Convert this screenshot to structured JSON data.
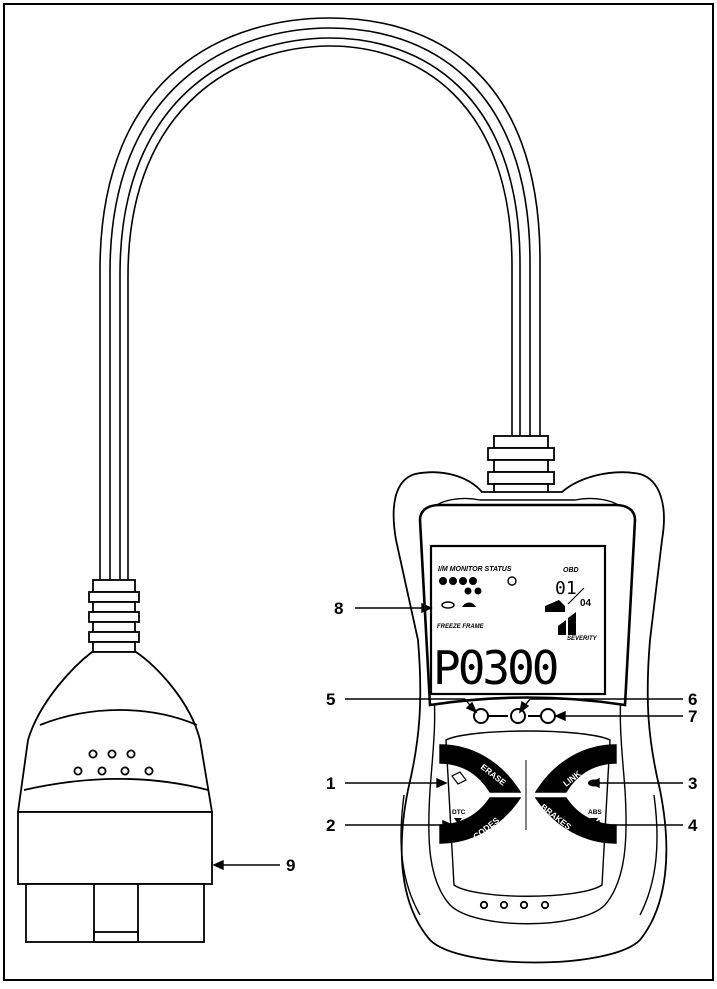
{
  "callouts": {
    "c1": "1",
    "c2": "2",
    "c3": "3",
    "c4": "4",
    "c5": "5",
    "c6": "6",
    "c7": "7",
    "c8": "8",
    "c9": "9"
  },
  "lcd": {
    "monitor_status": "I/M MONITOR STATUS",
    "dtc_label": "OBD",
    "freeze_frame": "FREEZE FRAME",
    "code": "P0300",
    "count_num": "01",
    "count_total": "04",
    "severity": "SEVERITY"
  },
  "buttons": {
    "erase": "ERASE",
    "link": "LINK",
    "codes": "CODES",
    "brakes": "BRAKES",
    "dtc": "DTC",
    "abs": "ABS"
  },
  "colors": {
    "line": "#000000",
    "lcd_bg": "#ffffff",
    "button_fill": "#000000"
  }
}
